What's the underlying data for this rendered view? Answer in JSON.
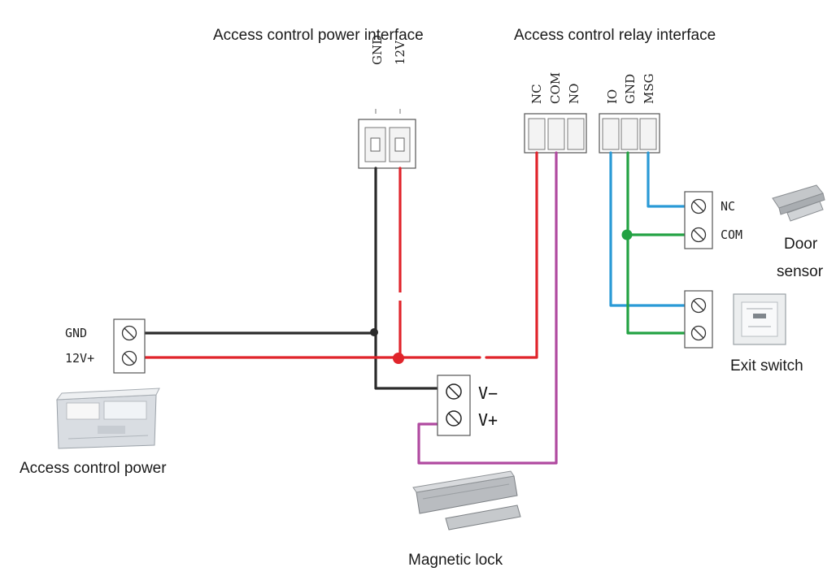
{
  "labels": {
    "power_interface": "Access control power interface",
    "relay_interface": "Access control relay interface",
    "access_power": "Access control power",
    "magnetic_lock": "Magnetic lock",
    "door_sensor_line1": "Door",
    "door_sensor_line2": "sensor",
    "exit_switch": "Exit switch"
  },
  "power_interface_pins": [
    "GND",
    "12V"
  ],
  "relay_pins_left": [
    "NC",
    "COM",
    "NO"
  ],
  "relay_pins_right": [
    "IO",
    "GND",
    "MSG"
  ],
  "power_supply_terminals": [
    "GND",
    "12V+"
  ],
  "door_sensor_terminals": [
    "NC",
    "COM"
  ],
  "lock_terminals": [
    "V−",
    "V+"
  ],
  "colors": {
    "black_wire": "#2b2b2b",
    "red_wire": "#e0242b",
    "purple_wire": "#b04aa0",
    "blue_wire": "#2a9ad6",
    "green_wire": "#23a243"
  },
  "icons": [
    "terminal-screw-icon",
    "power-supply-image",
    "magnetic-lock-image",
    "door-sensor-image",
    "exit-switch-image"
  ]
}
